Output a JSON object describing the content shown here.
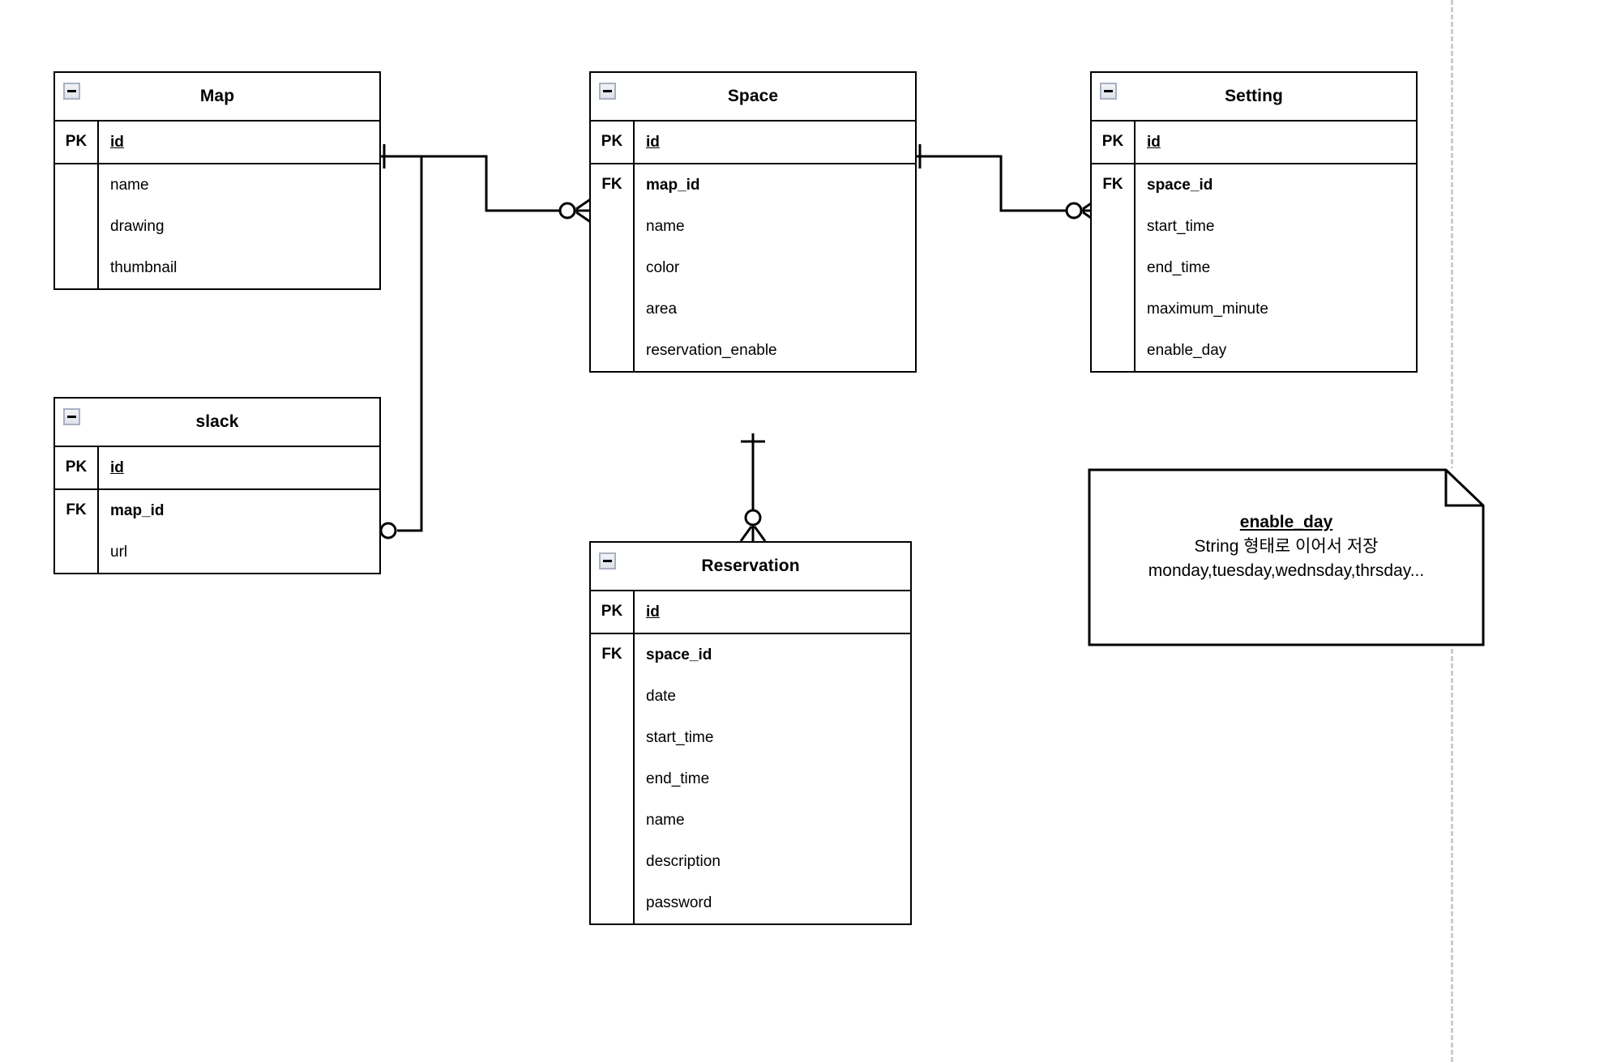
{
  "diagram": {
    "type": "entity-relationship-diagram",
    "note_icon": "collapse-minus-icon"
  },
  "entities": [
    {
      "name": "Map",
      "sections": [
        {
          "key": "PK",
          "attrs": [
            {
              "text": "id",
              "kind": "pk"
            }
          ]
        },
        {
          "key": "",
          "attrs": [
            {
              "text": "name",
              "kind": "plain"
            },
            {
              "text": "drawing",
              "kind": "plain"
            },
            {
              "text": "thumbnail",
              "kind": "plain"
            }
          ]
        }
      ]
    },
    {
      "name": "slack",
      "sections": [
        {
          "key": "PK",
          "attrs": [
            {
              "text": "id",
              "kind": "pk"
            }
          ]
        },
        {
          "key": "FK",
          "attrs": [
            {
              "text": "map_id",
              "kind": "fk"
            },
            {
              "text": "url",
              "kind": "plain"
            }
          ]
        }
      ]
    },
    {
      "name": "Space",
      "sections": [
        {
          "key": "PK",
          "attrs": [
            {
              "text": "id",
              "kind": "pk"
            }
          ]
        },
        {
          "key": "FK",
          "attrs": [
            {
              "text": "map_id",
              "kind": "fk"
            },
            {
              "text": "name",
              "kind": "plain"
            },
            {
              "text": "color",
              "kind": "plain"
            },
            {
              "text": "area",
              "kind": "plain"
            },
            {
              "text": "reservation_enable",
              "kind": "plain"
            }
          ]
        }
      ]
    },
    {
      "name": "Setting",
      "sections": [
        {
          "key": "PK",
          "attrs": [
            {
              "text": "id",
              "kind": "pk"
            }
          ]
        },
        {
          "key": "FK",
          "attrs": [
            {
              "text": "space_id",
              "kind": "fk"
            },
            {
              "text": "start_time",
              "kind": "plain"
            },
            {
              "text": "end_time",
              "kind": "plain"
            },
            {
              "text": "maximum_minute",
              "kind": "plain"
            },
            {
              "text": "enable_day",
              "kind": "plain"
            }
          ]
        }
      ]
    },
    {
      "name": "Reservation",
      "sections": [
        {
          "key": "PK",
          "attrs": [
            {
              "text": "id",
              "kind": "pk"
            }
          ]
        },
        {
          "key": "FK",
          "attrs": [
            {
              "text": "space_id",
              "kind": "fk"
            },
            {
              "text": "date",
              "kind": "plain"
            },
            {
              "text": "start_time",
              "kind": "plain"
            },
            {
              "text": "end_time",
              "kind": "plain"
            },
            {
              "text": "name",
              "kind": "plain"
            },
            {
              "text": "description",
              "kind": "plain"
            },
            {
              "text": "password",
              "kind": "plain"
            }
          ]
        }
      ]
    }
  ],
  "note": {
    "title": "enable_day",
    "line2": "String 형태로 이어서 저장",
    "line3": "monday,tuesday,wednsday,thrsday..."
  },
  "relationships": [
    {
      "from": "Map",
      "to": "Space",
      "from_card": "one",
      "to_card": "zero-or-many"
    },
    {
      "from": "Map",
      "to": "slack",
      "from_card": "one",
      "to_card": "zero-or-one"
    },
    {
      "from": "Space",
      "to": "Setting",
      "from_card": "one",
      "to_card": "zero-or-many"
    },
    {
      "from": "Space",
      "to": "Reservation",
      "from_card": "one",
      "to_card": "zero-or-many"
    }
  ],
  "colors": {
    "stroke": "#000000",
    "background": "#ffffff",
    "page_guide": "#c9ccd1",
    "icon_border": "#a9b0c2"
  }
}
